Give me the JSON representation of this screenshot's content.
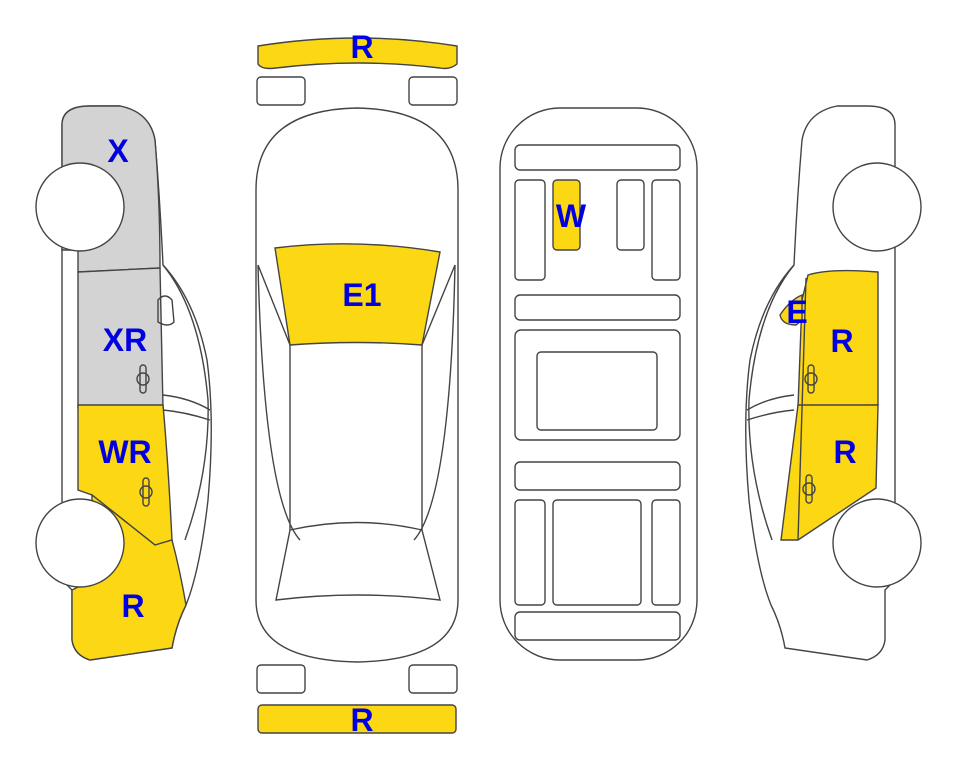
{
  "colors": {
    "damaged": "#FBD714",
    "missing": "#D3D3D3",
    "label": "#0000E0",
    "outline": "#444444"
  },
  "left_side": {
    "labels": [
      "X",
      "XR",
      "WR",
      "R"
    ]
  },
  "top_view": {
    "front_bumper": "R",
    "windshield": "E1",
    "rear_bumper": "R"
  },
  "interior_view": {
    "seat": "W"
  },
  "right_side": {
    "labels": [
      "E",
      "R",
      "R"
    ]
  }
}
